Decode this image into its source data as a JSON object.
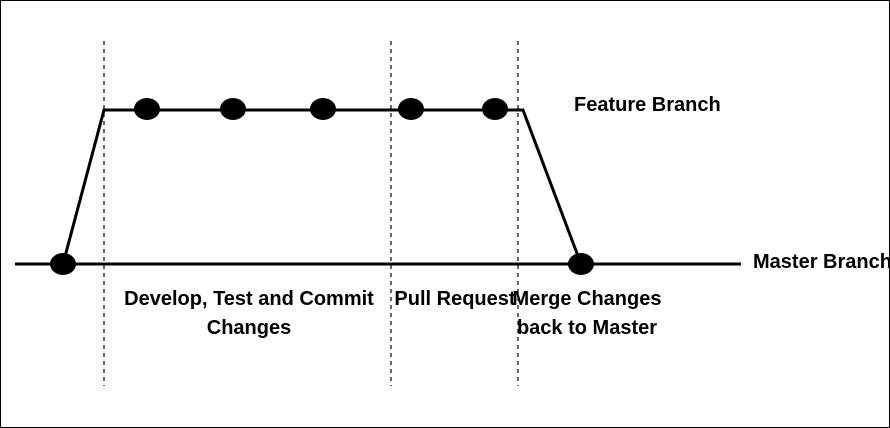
{
  "diagram": {
    "feature_branch_label": "Feature Branch",
    "master_branch_label": "Master Branch",
    "phases": [
      {
        "line1": "Develop, Test and Commit",
        "line2": "Changes"
      },
      {
        "line1": "Pull Request",
        "line2": ""
      },
      {
        "line1": "Merge Changes",
        "line2": "back to Master"
      }
    ],
    "feature_commit_count": 5,
    "master_commit_count": 2,
    "colors": {
      "line": "#000000",
      "background": "#ffffff"
    }
  }
}
